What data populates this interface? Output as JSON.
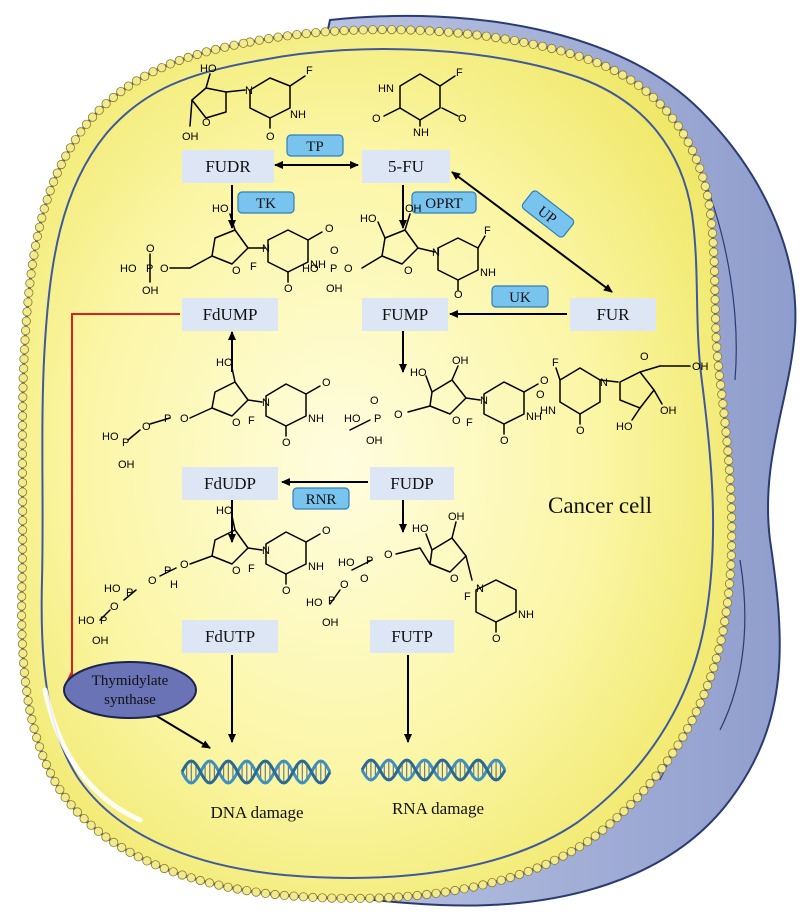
{
  "diagram": {
    "cell_label": "Cancer cell",
    "nodes": {
      "fudr": "FUDR",
      "fu5": "5-FU",
      "fdump": "FdUMP",
      "fump": "FUMP",
      "fur": "FUR",
      "fdudp": "FdUDP",
      "fudp": "FUDP",
      "fdutp": "FdUTP",
      "futp": "FUTP"
    },
    "enzymes": {
      "tp": "TP",
      "tk": "TK",
      "oprt": "OPRT",
      "up": "UP",
      "uk": "UK",
      "rnr": "RNR"
    },
    "thymidylate_synthase": [
      "Thymidylate",
      "synthase"
    ],
    "outcomes": {
      "dna": "DNA damage",
      "rna": "RNA damage"
    },
    "atoms": {
      "F": "F",
      "HN": "HN",
      "NH": "NH",
      "N": "N",
      "O": "O",
      "OH": "OH",
      "HO": "HO",
      "H": "H",
      "P": "P"
    }
  },
  "colors": {
    "cell_fill": "#fbf7a8",
    "cell_inner": "#f6f07a",
    "membrane_bead": "#f3ea8f",
    "membrane_dark": "#3f5a9c",
    "outer_blob": "#aab6dc",
    "node_box": "#dde6f5",
    "enzyme_box": "#79c4ef",
    "inhibit_line": "#e02020",
    "ts_ellipse": "#6a73b5",
    "dna_helix": "#3f8fc0"
  }
}
